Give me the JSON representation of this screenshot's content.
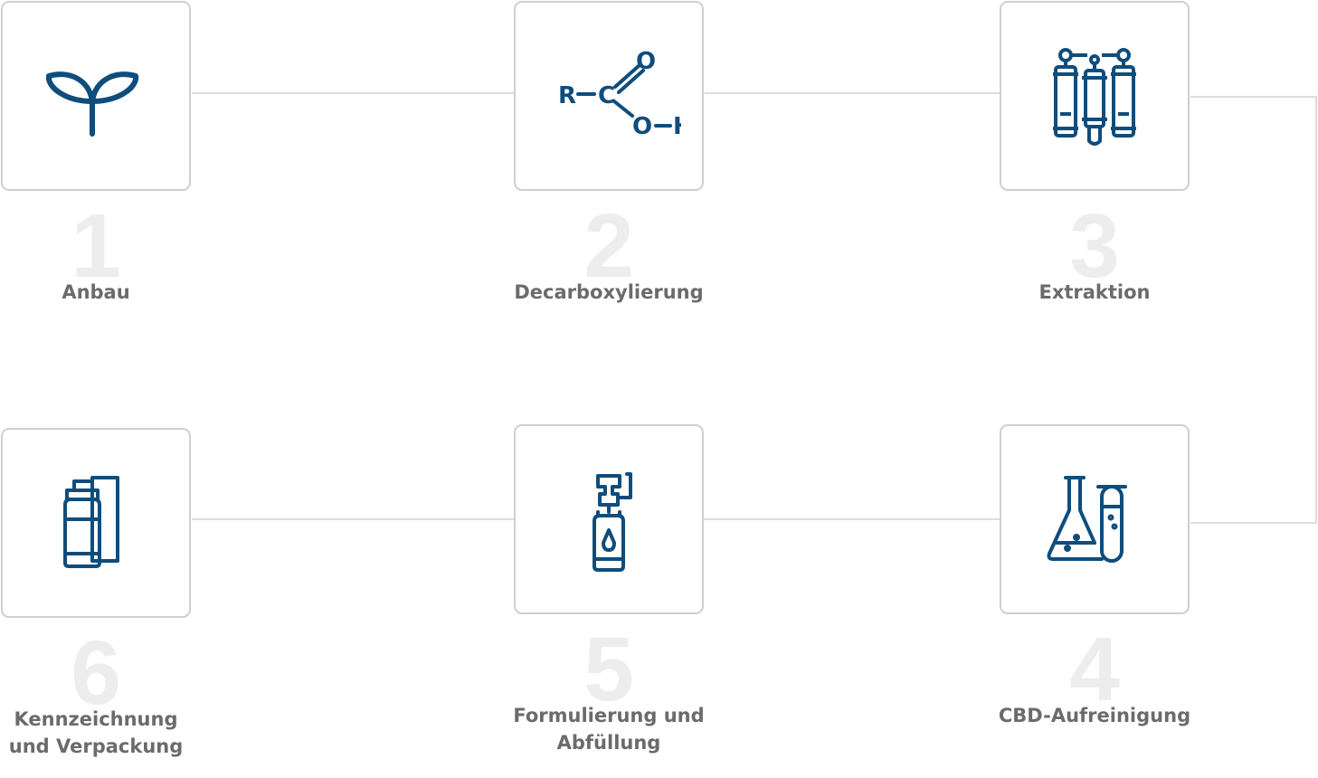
{
  "colors": {
    "icon": "#0f4d7c",
    "border": "#cfcfcf",
    "number": "#ededed",
    "label": "#6b6b6b",
    "line": "#dcdcdc"
  },
  "steps": [
    {
      "number": "1",
      "label": "Anbau",
      "icon": "sprout-icon"
    },
    {
      "number": "2",
      "label": "Decarboxylierung",
      "icon": "carboxyl-formula-icon",
      "formula": {
        "r": "R",
        "c": "C",
        "o_top": "O",
        "o": "O",
        "h": "H"
      }
    },
    {
      "number": "3",
      "label": "Extraktion",
      "icon": "extraction-columns-icon"
    },
    {
      "number": "4",
      "label": "CBD-Aufreinigung",
      "icon": "lab-flask-icon"
    },
    {
      "number": "5",
      "label_lines": [
        "Formulierung und",
        "Abfüllung"
      ],
      "icon": "filling-bottle-icon"
    },
    {
      "number": "6",
      "label_lines": [
        "Kennzeichnung",
        "und Verpackung"
      ],
      "icon": "packaging-icon"
    }
  ]
}
